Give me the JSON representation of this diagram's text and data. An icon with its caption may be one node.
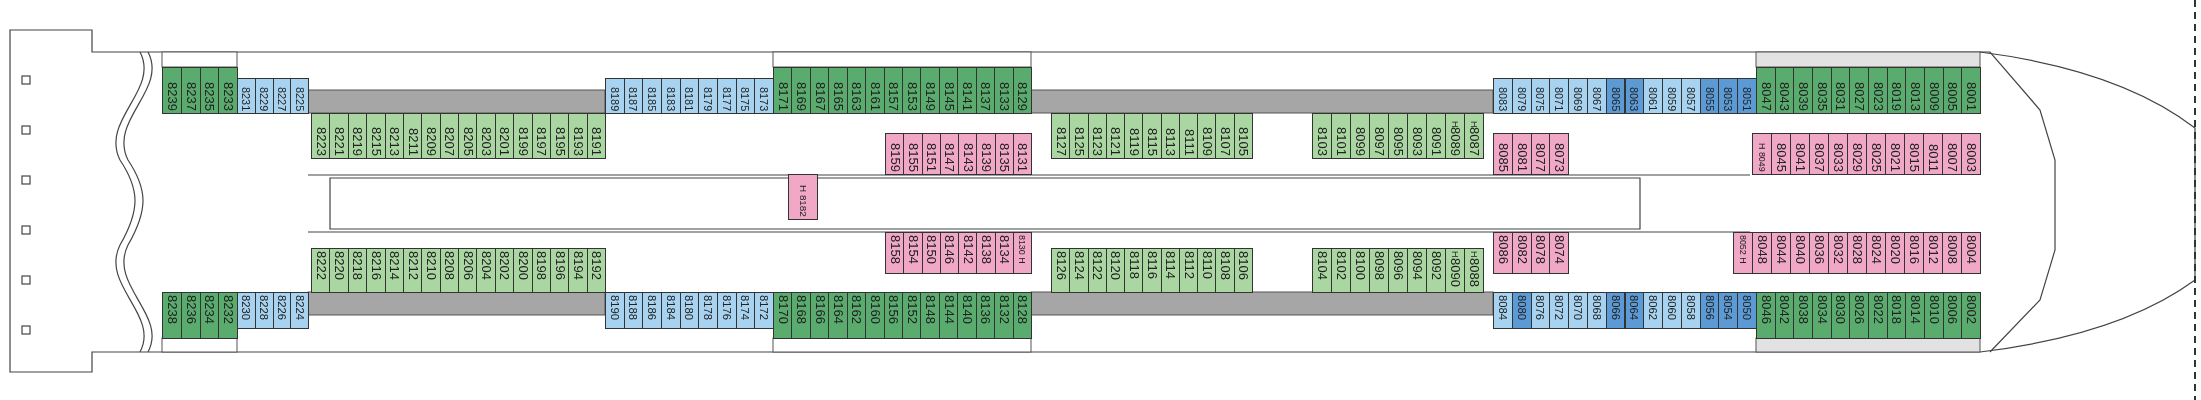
{
  "diagram": {
    "nodes": [
      {
        "text": [
          "8239"
        ]
      },
      {
        "text": [
          "8237"
        ]
      },
      {
        "text": [
          "8235"
        ]
      },
      {
        "text": [
          "8233"
        ]
      },
      {
        "text": [
          "8231"
        ]
      },
      {
        "text": [
          "8229"
        ]
      },
      {
        "text": [
          "8227"
        ]
      },
      {
        "text": [
          "8225"
        ]
      },
      {
        "text": [
          "8189"
        ]
      },
      {
        "text": [
          "8187"
        ]
      },
      {
        "text": [
          "8185"
        ]
      },
      {
        "text": [
          "8183"
        ]
      },
      {
        "text": [
          "8181"
        ]
      },
      {
        "text": [
          "8179"
        ]
      },
      {
        "text": [
          "8177"
        ]
      },
      {
        "text": [
          "8175"
        ]
      },
      {
        "text": [
          "8173"
        ]
      },
      {
        "text": [
          "8171"
        ]
      },
      {
        "text": [
          "8169"
        ]
      },
      {
        "text": [
          "8167"
        ]
      },
      {
        "text": [
          "8165"
        ]
      },
      {
        "text": [
          "8163"
        ]
      },
      {
        "text": [
          "8161"
        ]
      },
      {
        "text": [
          "8157"
        ]
      },
      {
        "text": [
          "8153"
        ]
      },
      {
        "text": [
          "8149"
        ]
      },
      {
        "text": [
          "8145"
        ]
      },
      {
        "text": [
          "8141"
        ]
      },
      {
        "text": [
          "8137"
        ]
      },
      {
        "text": [
          "8133"
        ]
      },
      {
        "text": [
          "8129"
        ]
      },
      {
        "text": [
          "8083"
        ]
      },
      {
        "text": [
          "8079"
        ]
      },
      {
        "text": [
          "8075"
        ]
      },
      {
        "text": [
          "8071"
        ]
      },
      {
        "text": [
          "8069"
        ]
      },
      {
        "text": [
          "8067"
        ]
      },
      {
        "text": [
          "8065"
        ]
      },
      {
        "text": [
          "8063"
        ]
      },
      {
        "text": [
          "8061"
        ]
      },
      {
        "text": [
          "8059"
        ]
      },
      {
        "text": [
          "8057"
        ]
      },
      {
        "text": [
          "8055"
        ]
      },
      {
        "text": [
          "8053"
        ]
      },
      {
        "text": [
          "8051"
        ]
      },
      {
        "text": [
          "8047"
        ]
      },
      {
        "text": [
          "8043"
        ]
      },
      {
        "text": [
          "8039"
        ]
      },
      {
        "text": [
          "8035"
        ]
      },
      {
        "text": [
          "8031"
        ]
      },
      {
        "text": [
          "8027"
        ]
      },
      {
        "text": [
          "8023"
        ]
      },
      {
        "text": [
          "8019"
        ]
      },
      {
        "text": [
          "8013"
        ]
      },
      {
        "text": [
          "8009"
        ]
      },
      {
        "text": [
          "8005"
        ]
      },
      {
        "text": [
          "8001"
        ]
      },
      {
        "text": [
          "8223"
        ]
      },
      {
        "text": [
          "8221"
        ]
      },
      {
        "text": [
          "8219"
        ]
      },
      {
        "text": [
          "8215"
        ]
      },
      {
        "text": [
          "8213"
        ]
      },
      {
        "text": [
          "8211"
        ]
      },
      {
        "text": [
          "8209"
        ]
      },
      {
        "text": [
          "8207"
        ]
      },
      {
        "text": [
          "8205"
        ]
      },
      {
        "text": [
          "8203"
        ]
      },
      {
        "text": [
          "8201"
        ]
      },
      {
        "text": [
          "8199"
        ]
      },
      {
        "text": [
          "8197"
        ]
      },
      {
        "text": [
          "8195"
        ]
      },
      {
        "text": [
          "8193"
        ]
      },
      {
        "text": [
          "8191"
        ]
      },
      {
        "text": [
          "8127"
        ]
      },
      {
        "text": [
          "8125"
        ]
      },
      {
        "text": [
          "8123"
        ]
      },
      {
        "text": [
          "8121"
        ]
      },
      {
        "text": [
          "8119"
        ]
      },
      {
        "text": [
          "8115"
        ]
      },
      {
        "text": [
          "8113"
        ]
      },
      {
        "text": [
          "8111"
        ]
      },
      {
        "text": [
          "8109"
        ]
      },
      {
        "text": [
          "8107"
        ]
      },
      {
        "text": [
          "8105"
        ]
      },
      {
        "text": [
          "8103"
        ]
      },
      {
        "text": [
          "8101"
        ]
      },
      {
        "text": [
          "8099"
        ]
      },
      {
        "text": [
          "8097"
        ]
      },
      {
        "text": [
          "8095"
        ]
      },
      {
        "text": [
          "8093"
        ]
      },
      {
        "text": [
          "8091"
        ]
      },
      {
        "text": [
          "H",
          "8089"
        ]
      },
      {
        "text": [
          "H",
          "8087"
        ]
      },
      {
        "text": [
          "8159"
        ]
      },
      {
        "text": [
          "8155"
        ]
      },
      {
        "text": [
          "8151"
        ]
      },
      {
        "text": [
          "8147"
        ]
      },
      {
        "text": [
          "8143"
        ]
      },
      {
        "text": [
          "8139"
        ]
      },
      {
        "text": [
          "8135"
        ]
      },
      {
        "text": [
          "8131"
        ]
      },
      {
        "text": [
          "8085"
        ]
      },
      {
        "text": [
          "8081"
        ]
      },
      {
        "text": [
          "8077"
        ]
      },
      {
        "text": [
          "8073"
        ]
      },
      {
        "text": [
          "H 8049"
        ]
      },
      {
        "text": [
          "8045"
        ]
      },
      {
        "text": [
          "8041"
        ]
      },
      {
        "text": [
          "8037"
        ]
      },
      {
        "text": [
          "8033"
        ]
      },
      {
        "text": [
          "8029"
        ]
      },
      {
        "text": [
          "8025"
        ]
      },
      {
        "text": [
          "8021"
        ]
      },
      {
        "text": [
          "8015"
        ]
      },
      {
        "text": [
          "8011"
        ]
      },
      {
        "text": [
          "8007"
        ]
      },
      {
        "text": [
          "8003"
        ]
      },
      {
        "text": [
          "H 8182"
        ]
      },
      {
        "text": [
          "8158"
        ]
      },
      {
        "text": [
          "8154"
        ]
      },
      {
        "text": [
          "8150"
        ]
      },
      {
        "text": [
          "8146"
        ]
      },
      {
        "text": [
          "8142"
        ]
      },
      {
        "text": [
          "8138"
        ]
      },
      {
        "text": [
          "8134"
        ]
      },
      {
        "text": [
          "8130 H"
        ]
      },
      {
        "text": [
          "8086"
        ]
      },
      {
        "text": [
          "8082"
        ]
      },
      {
        "text": [
          "8078"
        ]
      },
      {
        "text": [
          "8074"
        ]
      },
      {
        "text": [
          "8052 H"
        ]
      },
      {
        "text": [
          "8048"
        ]
      },
      {
        "text": [
          "8044"
        ]
      },
      {
        "text": [
          "8040"
        ]
      },
      {
        "text": [
          "8036"
        ]
      },
      {
        "text": [
          "8032"
        ]
      },
      {
        "text": [
          "8028"
        ]
      },
      {
        "text": [
          "8024"
        ]
      },
      {
        "text": [
          "8020"
        ]
      },
      {
        "text": [
          "8016"
        ]
      },
      {
        "text": [
          "8012"
        ]
      },
      {
        "text": [
          "8008"
        ]
      },
      {
        "text": [
          "8004"
        ]
      },
      {
        "text": [
          "8222"
        ]
      },
      {
        "text": [
          "8220"
        ]
      },
      {
        "text": [
          "8218"
        ]
      },
      {
        "text": [
          "8216"
        ]
      },
      {
        "text": [
          "8214"
        ]
      },
      {
        "text": [
          "8212"
        ]
      },
      {
        "text": [
          "8210"
        ]
      },
      {
        "text": [
          "8208"
        ]
      },
      {
        "text": [
          "8206"
        ]
      },
      {
        "text": [
          "8204"
        ]
      },
      {
        "text": [
          "8202"
        ]
      },
      {
        "text": [
          "8200"
        ]
      },
      {
        "text": [
          "8198"
        ]
      },
      {
        "text": [
          "8196"
        ]
      },
      {
        "text": [
          "8194"
        ]
      },
      {
        "text": [
          "8192"
        ]
      },
      {
        "text": [
          "8126"
        ]
      },
      {
        "text": [
          "8124"
        ]
      },
      {
        "text": [
          "8122"
        ]
      },
      {
        "text": [
          "8120"
        ]
      },
      {
        "text": [
          "8118"
        ]
      },
      {
        "text": [
          "8116"
        ]
      },
      {
        "text": [
          "8114"
        ]
      },
      {
        "text": [
          "8112"
        ]
      },
      {
        "text": [
          "8110"
        ]
      },
      {
        "text": [
          "8108"
        ]
      },
      {
        "text": [
          "8106"
        ]
      },
      {
        "text": [
          "8104"
        ]
      },
      {
        "text": [
          "8102"
        ]
      },
      {
        "text": [
          "8100"
        ]
      },
      {
        "text": [
          "8098"
        ]
      },
      {
        "text": [
          "8096"
        ]
      },
      {
        "text": [
          "8094"
        ]
      },
      {
        "text": [
          "8092"
        ]
      },
      {
        "text": [
          "H",
          "8090"
        ]
      },
      {
        "text": [
          "H",
          "8088"
        ]
      },
      {
        "text": [
          "8238"
        ]
      },
      {
        "text": [
          "8236"
        ]
      },
      {
        "text": [
          "8234"
        ]
      },
      {
        "text": [
          "8232"
        ]
      },
      {
        "text": [
          "8230"
        ]
      },
      {
        "text": [
          "8228"
        ]
      },
      {
        "text": [
          "8226"
        ]
      },
      {
        "text": [
          "8224"
        ]
      },
      {
        "text": [
          "8190"
        ]
      },
      {
        "text": [
          "8188"
        ]
      },
      {
        "text": [
          "8186"
        ]
      },
      {
        "text": [
          "8184"
        ]
      },
      {
        "text": [
          "8180"
        ]
      },
      {
        "text": [
          "8178"
        ]
      },
      {
        "text": [
          "8176"
        ]
      },
      {
        "text": [
          "8174"
        ]
      },
      {
        "text": [
          "8172"
        ]
      },
      {
        "text": [
          "8170"
        ]
      },
      {
        "text": [
          "8168"
        ]
      },
      {
        "text": [
          "8166"
        ]
      },
      {
        "text": [
          "8164"
        ]
      },
      {
        "text": [
          "8162"
        ]
      },
      {
        "text": [
          "8160"
        ]
      },
      {
        "text": [
          "8156"
        ]
      },
      {
        "text": [
          "8152"
        ]
      },
      {
        "text": [
          "8148"
        ]
      },
      {
        "text": [
          "8144"
        ]
      },
      {
        "text": [
          "8140"
        ]
      },
      {
        "text": [
          "8136"
        ]
      },
      {
        "text": [
          "8132"
        ]
      },
      {
        "text": [
          "8128"
        ]
      },
      {
        "text": [
          "8084"
        ]
      },
      {
        "text": [
          "8080"
        ]
      },
      {
        "text": [
          "8076"
        ]
      },
      {
        "text": [
          "8072"
        ]
      },
      {
        "text": [
          "8070"
        ]
      },
      {
        "text": [
          "8068"
        ]
      },
      {
        "text": [
          "8066"
        ]
      },
      {
        "text": [
          "8064"
        ]
      },
      {
        "text": [
          "8062"
        ]
      },
      {
        "text": [
          "8060"
        ]
      },
      {
        "text": [
          "8058"
        ]
      },
      {
        "text": [
          "8056"
        ]
      },
      {
        "text": [
          "8054"
        ]
      },
      {
        "text": [
          "8050"
        ]
      },
      {
        "text": [
          "8046"
        ]
      },
      {
        "text": [
          "8042"
        ]
      },
      {
        "text": [
          "8038"
        ]
      },
      {
        "text": [
          "8034"
        ]
      },
      {
        "text": [
          "8030"
        ]
      },
      {
        "text": [
          "8026"
        ]
      },
      {
        "text": [
          "8022"
        ]
      },
      {
        "text": [
          "8018"
        ]
      },
      {
        "text": [
          "8014"
        ]
      },
      {
        "text": [
          "8010"
        ]
      },
      {
        "text": [
          "8006"
        ]
      },
      {
        "text": [
          "8002"
        ]
      }
    ]
  }
}
